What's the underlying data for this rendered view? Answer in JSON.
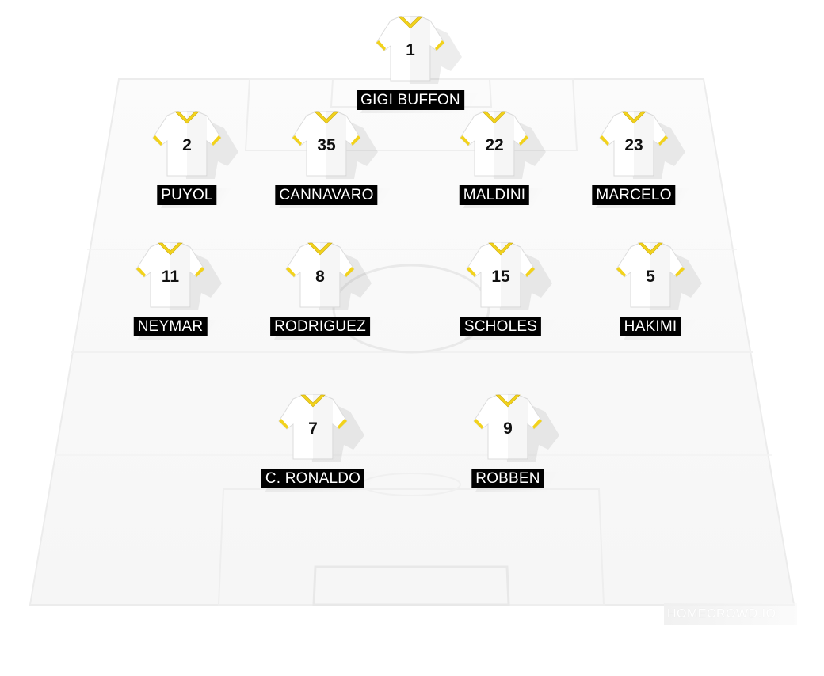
{
  "colors": {
    "shirt_body": "#ffffff",
    "shirt_trim": "#f2d21b",
    "name_bg": "#000000",
    "name_text": "#ffffff",
    "number_text": "#111111",
    "pitch_base": "#f9f9f9"
  },
  "icons": {
    "shirt": "jersey-icon"
  },
  "brand": {
    "text": "HOMECROWD.IO"
  },
  "players": [
    {
      "number": "1",
      "name": "GIGI BUFFON"
    },
    {
      "number": "2",
      "name": "PUYOL"
    },
    {
      "number": "35",
      "name": "CANNAVARO"
    },
    {
      "number": "22",
      "name": "MALDINI"
    },
    {
      "number": "23",
      "name": "MARCELO"
    },
    {
      "number": "11",
      "name": "NEYMAR"
    },
    {
      "number": "8",
      "name": "RODRIGUEZ"
    },
    {
      "number": "15",
      "name": "SCHOLES"
    },
    {
      "number": "5",
      "name": "HAKIMI"
    },
    {
      "number": "7",
      "name": "C. RONALDO"
    },
    {
      "number": "9",
      "name": "ROBBEN"
    }
  ]
}
